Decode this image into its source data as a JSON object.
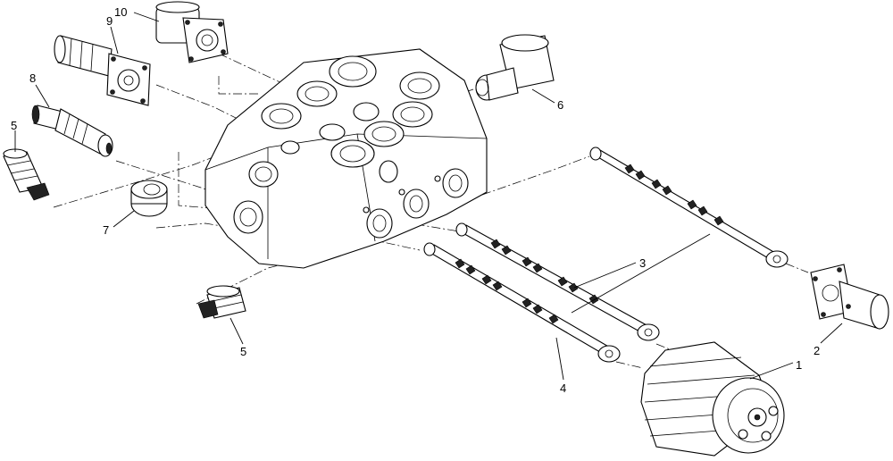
{
  "callouts": {
    "c1": "1",
    "c2": "2",
    "c3": "3",
    "c4": "4",
    "c5a": "5",
    "c5b": "5",
    "c6": "6",
    "c7": "7",
    "c8": "8",
    "c9": "9",
    "c10": "10"
  }
}
